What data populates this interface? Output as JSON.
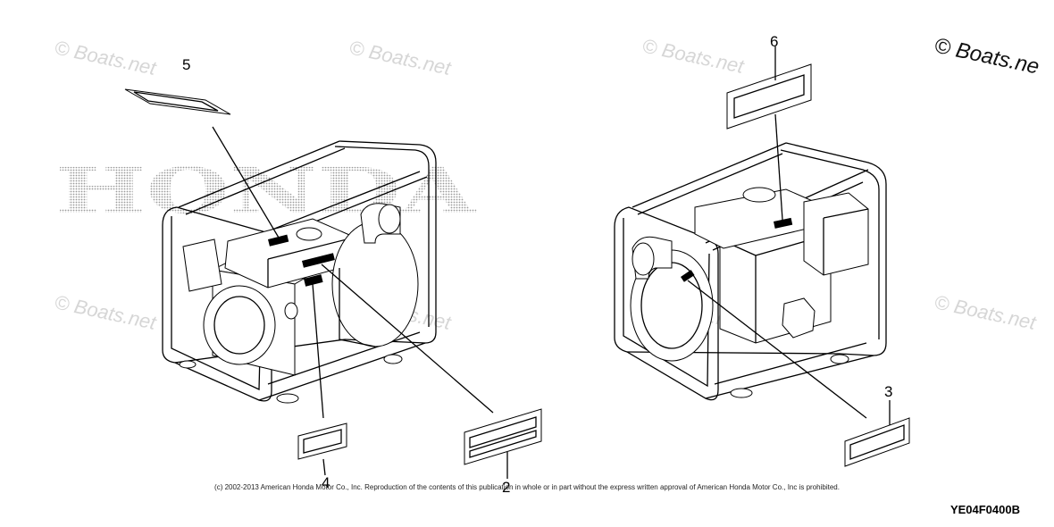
{
  "watermark": {
    "text": "© Boats.net",
    "corner_text": "© Boats.ne"
  },
  "brand": {
    "text": "HONDA"
  },
  "callouts": [
    "5",
    "4",
    "2",
    "6",
    "3"
  ],
  "copyright": "(c) 2002-2013 American Honda Motor Co., Inc. Reproduction of the contents of this publication in whole or in part without the express written approval of American Honda Motor Co., Inc is prohibited.",
  "diagram_code": "YE04F0400B",
  "colors": {
    "line": "#000000",
    "watermark": "#d6d6d6",
    "brand_dots": "#9a9a9a"
  }
}
